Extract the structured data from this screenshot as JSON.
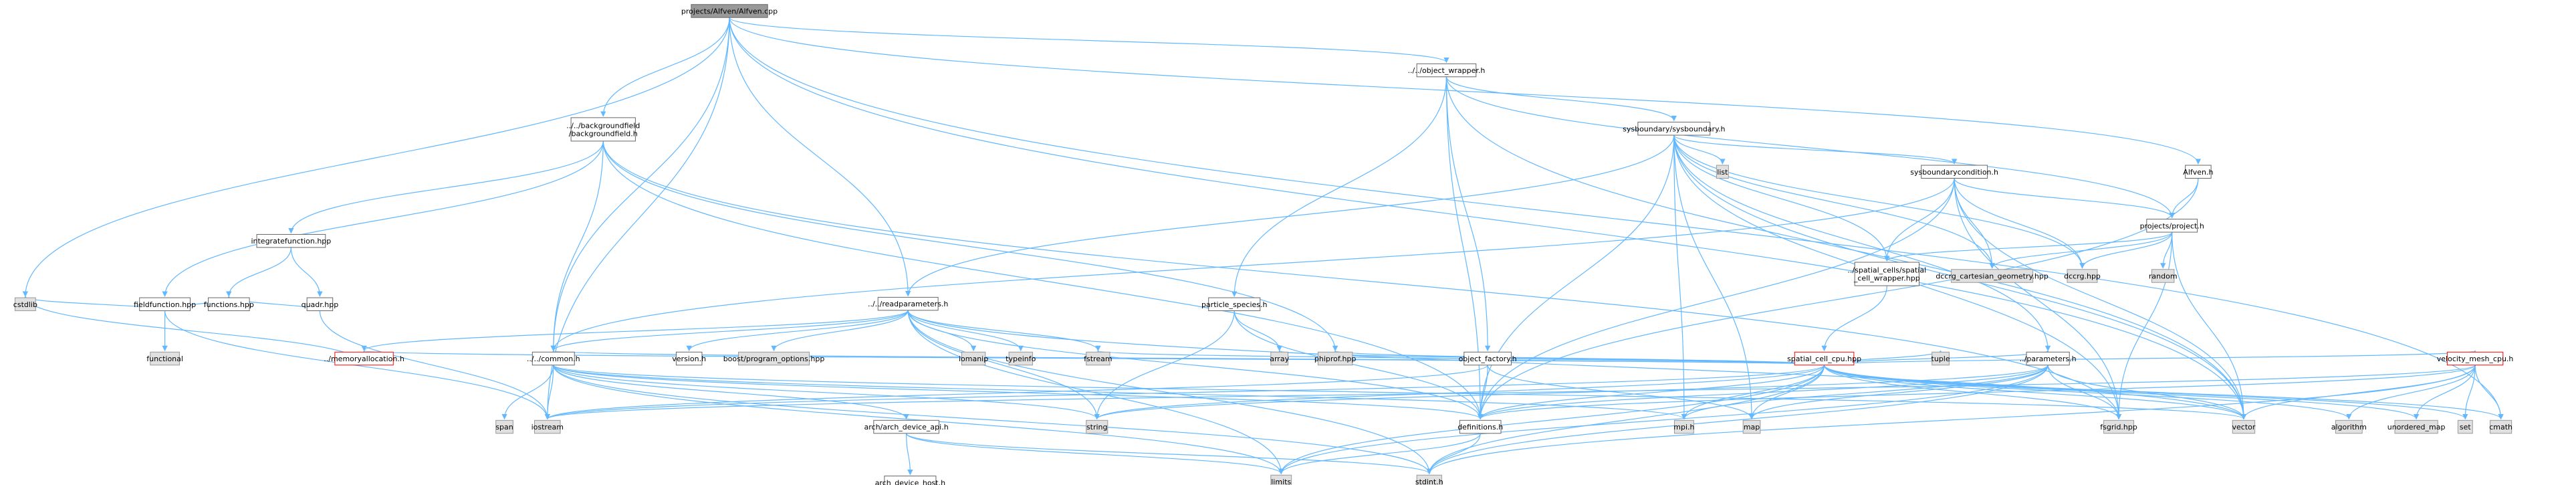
{
  "nodes": [
    {
      "id": "alfven_cpp",
      "lines": [
        "projects/Alfven/Alfven.cpp"
      ],
      "style": "root"
    },
    {
      "id": "cstdlib",
      "lines": [
        "cstdlib"
      ],
      "style": "sys"
    },
    {
      "id": "bgfield",
      "lines": [
        "../../backgroundfield",
        "/backgroundfield.h"
      ],
      "style": "local"
    },
    {
      "id": "readparams",
      "lines": [
        "../../readparameters.h"
      ],
      "style": "local"
    },
    {
      "id": "objwrapper",
      "lines": [
        "../../object_wrapper.h"
      ],
      "style": "local"
    },
    {
      "id": "sysboundary",
      "lines": [
        "sysboundary/sysboundary.h"
      ],
      "style": "local"
    },
    {
      "id": "list",
      "lines": [
        "list"
      ],
      "style": "sys"
    },
    {
      "id": "sysbcond",
      "lines": [
        "sysboundarycondition.h"
      ],
      "style": "local"
    },
    {
      "id": "alfven_h",
      "lines": [
        "Alfven.h"
      ],
      "style": "local"
    },
    {
      "id": "project_h",
      "lines": [
        "projects/project.h"
      ],
      "style": "local"
    },
    {
      "id": "integratefn",
      "lines": [
        "integratefunction.hpp"
      ],
      "style": "local"
    },
    {
      "id": "quadr",
      "lines": [
        "quadr.hpp"
      ],
      "style": "local"
    },
    {
      "id": "fieldfn",
      "lines": [
        "fieldfunction.hpp"
      ],
      "style": "local"
    },
    {
      "id": "functions",
      "lines": [
        "functions.hpp"
      ],
      "style": "local"
    },
    {
      "id": "functional",
      "lines": [
        "functional"
      ],
      "style": "sys"
    },
    {
      "id": "memalloc",
      "lines": [
        "../memoryallocation.h"
      ],
      "style": "red"
    },
    {
      "id": "common",
      "lines": [
        "../../common.h"
      ],
      "style": "local"
    },
    {
      "id": "version",
      "lines": [
        "version.h"
      ],
      "style": "local"
    },
    {
      "id": "boostpo",
      "lines": [
        "boost/program_options.hpp"
      ],
      "style": "sys"
    },
    {
      "id": "iomanip",
      "lines": [
        "iomanip"
      ],
      "style": "sys"
    },
    {
      "id": "typeinfo",
      "lines": [
        "typeinfo"
      ],
      "style": "sys"
    },
    {
      "id": "fstream",
      "lines": [
        "fstream"
      ],
      "style": "sys"
    },
    {
      "id": "partspecies",
      "lines": [
        "particle_species.h"
      ],
      "style": "local"
    },
    {
      "id": "array",
      "lines": [
        "array"
      ],
      "style": "sys"
    },
    {
      "id": "phiprof",
      "lines": [
        "phiprof.hpp"
      ],
      "style": "sys"
    },
    {
      "id": "objfactory",
      "lines": [
        "object_factory.h"
      ],
      "style": "local"
    },
    {
      "id": "spatialwrap",
      "lines": [
        "../spatial_cells/spatial",
        "_cell_wrapper.hpp"
      ],
      "style": "local"
    },
    {
      "id": "dccrgcart",
      "lines": [
        "dccrg_cartesian_geometry.hpp"
      ],
      "style": "sys"
    },
    {
      "id": "dccrg",
      "lines": [
        "dccrg.hpp"
      ],
      "style": "sys"
    },
    {
      "id": "random",
      "lines": [
        "random"
      ],
      "style": "sys"
    },
    {
      "id": "spatialcpu",
      "lines": [
        "spatial_cell_cpu.hpp"
      ],
      "style": "red"
    },
    {
      "id": "params",
      "lines": [
        "../parameters.h"
      ],
      "style": "local"
    },
    {
      "id": "tuple",
      "lines": [
        "tuple"
      ],
      "style": "sys"
    },
    {
      "id": "velmesh",
      "lines": [
        "velocity_mesh_cpu.h"
      ],
      "style": "red"
    },
    {
      "id": "span",
      "lines": [
        "span"
      ],
      "style": "sys"
    },
    {
      "id": "iostream",
      "lines": [
        "iostream"
      ],
      "style": "sys"
    },
    {
      "id": "string",
      "lines": [
        "string"
      ],
      "style": "sys"
    },
    {
      "id": "archapi",
      "lines": [
        "arch/arch_device_api.h"
      ],
      "style": "local"
    },
    {
      "id": "archhost",
      "lines": [
        "arch_device_host.h"
      ],
      "style": "local"
    },
    {
      "id": "definitions",
      "lines": [
        "definitions.h"
      ],
      "style": "local"
    },
    {
      "id": "mpi",
      "lines": [
        "mpi.h"
      ],
      "style": "sys"
    },
    {
      "id": "map",
      "lines": [
        "map"
      ],
      "style": "sys"
    },
    {
      "id": "fsgrid",
      "lines": [
        "fsgrid.hpp"
      ],
      "style": "sys"
    },
    {
      "id": "vector",
      "lines": [
        "vector"
      ],
      "style": "sys"
    },
    {
      "id": "algorithm",
      "lines": [
        "algorithm"
      ],
      "style": "sys"
    },
    {
      "id": "unordered_map",
      "lines": [
        "unordered_map"
      ],
      "style": "sys"
    },
    {
      "id": "set",
      "lines": [
        "set"
      ],
      "style": "sys"
    },
    {
      "id": "cmath",
      "lines": [
        "cmath"
      ],
      "style": "sys"
    },
    {
      "id": "limits",
      "lines": [
        "limits"
      ],
      "style": "sys"
    },
    {
      "id": "stdint",
      "lines": [
        "stdint.h"
      ],
      "style": "sys"
    }
  ],
  "edges": [
    [
      "alfven_cpp",
      "cstdlib"
    ],
    [
      "alfven_cpp",
      "iostream"
    ],
    [
      "alfven_cpp",
      "bgfield"
    ],
    [
      "alfven_cpp",
      "common"
    ],
    [
      "alfven_cpp",
      "readparams"
    ],
    [
      "alfven_cpp",
      "objwrapper"
    ],
    [
      "alfven_cpp",
      "alfven_h"
    ],
    [
      "alfven_cpp",
      "vector"
    ],
    [
      "alfven_cpp",
      "cmath"
    ],
    [
      "objwrapper",
      "sysboundary"
    ],
    [
      "objwrapper",
      "partspecies"
    ],
    [
      "objwrapper",
      "objfactory"
    ],
    [
      "objwrapper",
      "definitions"
    ],
    [
      "objwrapper",
      "project_h"
    ],
    [
      "objwrapper",
      "vector"
    ],
    [
      "sysboundary",
      "list"
    ],
    [
      "sysboundary",
      "sysbcond"
    ],
    [
      "sysboundary",
      "readparams"
    ],
    [
      "sysboundary",
      "spatialwrap"
    ],
    [
      "sysboundary",
      "dccrgcart"
    ],
    [
      "sysboundary",
      "dccrg"
    ],
    [
      "sysboundary",
      "params"
    ],
    [
      "sysboundary",
      "definitions"
    ],
    [
      "sysboundary",
      "mpi"
    ],
    [
      "sysboundary",
      "fsgrid"
    ],
    [
      "sysboundary",
      "vector"
    ],
    [
      "sysboundary",
      "map"
    ],
    [
      "sysbcond",
      "project_h"
    ],
    [
      "sysbcond",
      "spatialwrap"
    ],
    [
      "sysbcond",
      "dccrgcart"
    ],
    [
      "sysbcond",
      "dccrg"
    ],
    [
      "sysbcond",
      "definitions"
    ],
    [
      "sysbcond",
      "common"
    ],
    [
      "sysbcond",
      "fsgrid"
    ],
    [
      "sysbcond",
      "vector"
    ],
    [
      "alfven_h",
      "project_h"
    ],
    [
      "alfven_h",
      "definitions"
    ],
    [
      "project_h",
      "spatialwrap"
    ],
    [
      "project_h",
      "dccrgcart"
    ],
    [
      "project_h",
      "dccrg"
    ],
    [
      "project_h",
      "random"
    ],
    [
      "project_h",
      "fsgrid"
    ],
    [
      "project_h",
      "vector"
    ],
    [
      "spatialwrap",
      "spatialcpu"
    ],
    [
      "bgfield",
      "integratefn"
    ],
    [
      "bgfield",
      "fieldfn"
    ],
    [
      "bgfield",
      "common"
    ],
    [
      "bgfield",
      "phiprof"
    ],
    [
      "bgfield",
      "definitions"
    ],
    [
      "bgfield",
      "fsgrid"
    ],
    [
      "integratefn",
      "functions"
    ],
    [
      "integratefn",
      "quadr"
    ],
    [
      "quadr",
      "functions"
    ],
    [
      "quadr",
      "iostream"
    ],
    [
      "fieldfn",
      "functions"
    ],
    [
      "fieldfn",
      "functional"
    ],
    [
      "fieldfn",
      "cstdlib"
    ],
    [
      "fieldfn",
      "iostream"
    ],
    [
      "readparams",
      "boostpo"
    ],
    [
      "readparams",
      "iomanip"
    ],
    [
      "readparams",
      "typeinfo"
    ],
    [
      "readparams",
      "fstream"
    ],
    [
      "readparams",
      "memalloc"
    ],
    [
      "readparams",
      "common"
    ],
    [
      "readparams",
      "version"
    ],
    [
      "readparams",
      "limits"
    ],
    [
      "readparams",
      "string"
    ],
    [
      "readparams",
      "vector"
    ],
    [
      "readparams",
      "stdint"
    ],
    [
      "readparams",
      "definitions"
    ],
    [
      "memalloc",
      "cstdlib"
    ],
    [
      "common",
      "span"
    ],
    [
      "common",
      "iostream"
    ],
    [
      "common",
      "string"
    ],
    [
      "common",
      "archapi"
    ],
    [
      "common",
      "definitions"
    ],
    [
      "common",
      "vector"
    ],
    [
      "common",
      "limits"
    ],
    [
      "common",
      "mpi"
    ],
    [
      "common",
      "stdint"
    ],
    [
      "archapi",
      "archhost"
    ],
    [
      "archapi",
      "limits"
    ],
    [
      "archapi",
      "stdint"
    ],
    [
      "partspecies",
      "array"
    ],
    [
      "partspecies",
      "string"
    ],
    [
      "partspecies",
      "definitions"
    ],
    [
      "objfactory",
      "definitions"
    ],
    [
      "objfactory",
      "map"
    ],
    [
      "objfactory",
      "iostream"
    ],
    [
      "spatialcpu",
      "array"
    ],
    [
      "spatialcpu",
      "phiprof"
    ],
    [
      "spatialcpu",
      "fstream"
    ],
    [
      "spatialcpu",
      "memalloc"
    ],
    [
      "spatialcpu",
      "common"
    ],
    [
      "spatialcpu",
      "params"
    ],
    [
      "spatialcpu",
      "tuple"
    ],
    [
      "spatialcpu",
      "velmesh"
    ],
    [
      "spatialcpu",
      "definitions"
    ],
    [
      "spatialcpu",
      "mpi"
    ],
    [
      "spatialcpu",
      "map"
    ],
    [
      "spatialcpu",
      "fsgrid"
    ],
    [
      "spatialcpu",
      "vector"
    ],
    [
      "spatialcpu",
      "algorithm"
    ],
    [
      "spatialcpu",
      "unordered_map"
    ],
    [
      "spatialcpu",
      "set"
    ],
    [
      "spatialcpu",
      "cmath"
    ],
    [
      "spatialcpu",
      "limits"
    ],
    [
      "spatialcpu",
      "stdint"
    ],
    [
      "spatialcpu",
      "iostream"
    ],
    [
      "spatialcpu",
      "string"
    ],
    [
      "params",
      "definitions"
    ],
    [
      "params",
      "mpi"
    ],
    [
      "params",
      "map"
    ],
    [
      "params",
      "fsgrid"
    ],
    [
      "params",
      "vector"
    ],
    [
      "params",
      "string"
    ],
    [
      "params",
      "limits"
    ],
    [
      "params",
      "stdint"
    ],
    [
      "velmesh",
      "definitions"
    ],
    [
      "velmesh",
      "algorithm"
    ],
    [
      "velmesh",
      "unordered_map"
    ],
    [
      "velmesh",
      "set"
    ],
    [
      "velmesh",
      "cmath"
    ],
    [
      "velmesh",
      "vector"
    ],
    [
      "velmesh",
      "stdint"
    ],
    [
      "velmesh",
      "iostream"
    ],
    [
      "definitions",
      "limits"
    ],
    [
      "definitions",
      "stdint"
    ]
  ],
  "colors": {
    "edge": "#63B8FF",
    "root_fill": "#999999",
    "sys_fill": "#E0E0E0",
    "sys_stroke": "#999999",
    "local_fill": "#FFFFFF",
    "local_stroke": "#666666",
    "red_fill": "#FFFFFF",
    "red_stroke": "#FF0000"
  }
}
